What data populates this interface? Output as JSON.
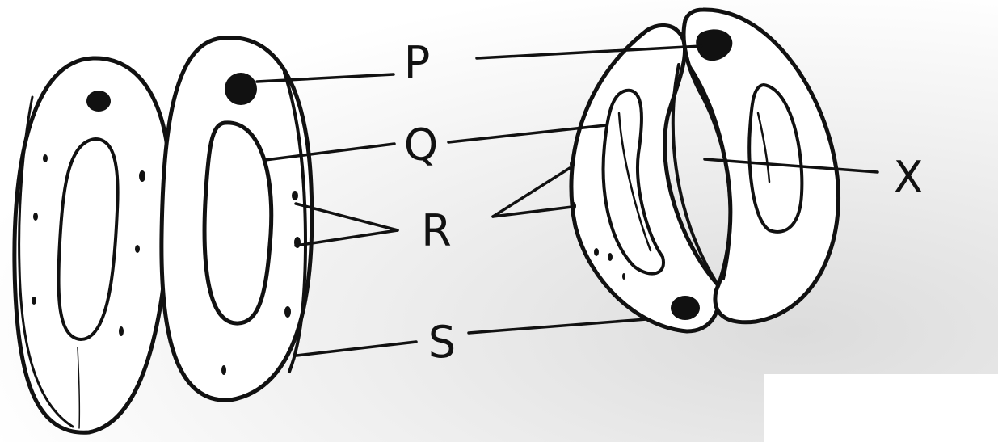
{
  "diagram": {
    "labels": {
      "p": "P",
      "q": "Q",
      "r": "R",
      "s": "S",
      "x": "X"
    },
    "colors": {
      "ink": "#111111",
      "paper": "#ffffff",
      "shade": "#dcdcdc"
    }
  }
}
